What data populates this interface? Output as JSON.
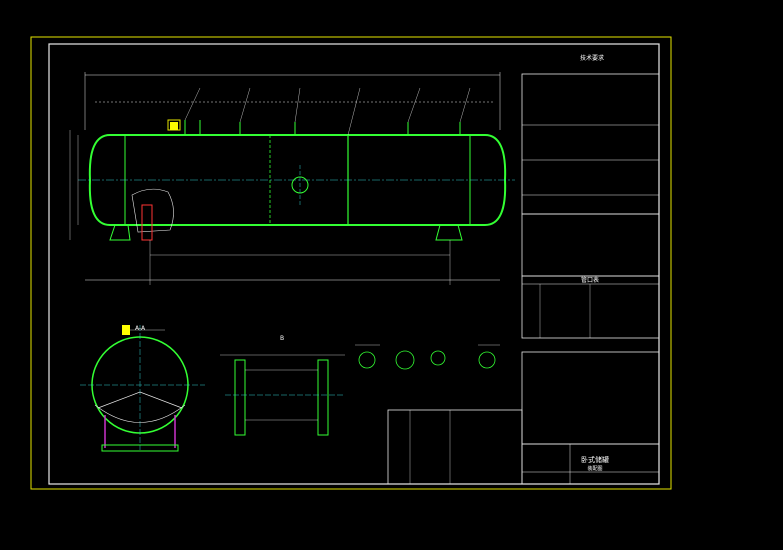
{
  "colors": {
    "background": "#000000",
    "frame": "#e6e600",
    "vessel": "#33ff33",
    "dimension": "#e8e8e8",
    "centerline": "#33cccc",
    "support": "#cc33cc",
    "nozzle": "#ffff00"
  },
  "stamp": {
    "text": "技术要求"
  },
  "title_block": {
    "name": "卧式储罐",
    "subtitle": "装配图"
  },
  "sections": {
    "nozzle_table_title": "管口表",
    "view_a": "A-A",
    "detail_b": "B"
  }
}
